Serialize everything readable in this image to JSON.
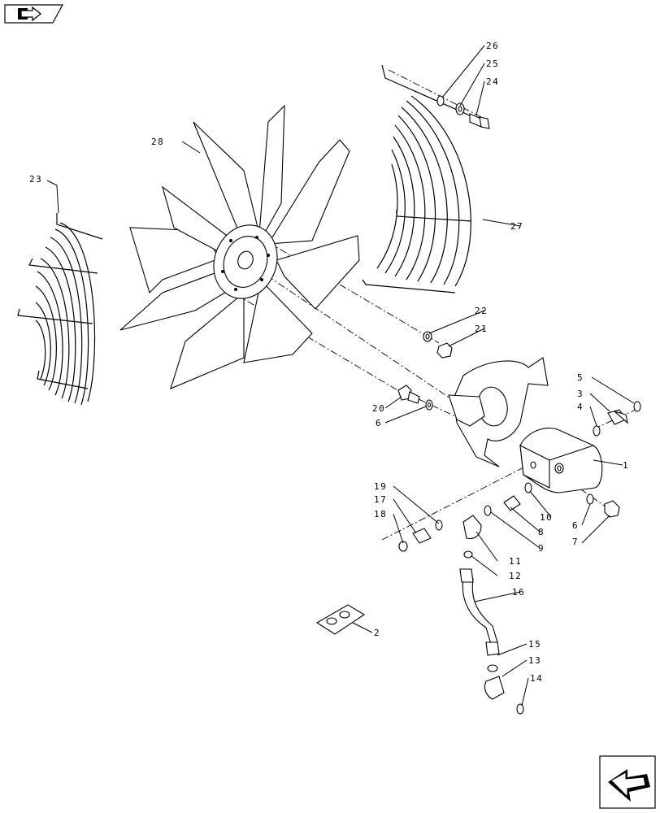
{
  "nav": {
    "top_button_icon": "book-arrow-icon",
    "bottom_button_icon": "return-arrow-icon"
  },
  "callouts": {
    "c1": "1",
    "c2": "2",
    "c3": "3",
    "c4": "4",
    "c5": "5",
    "c6a": "6",
    "c6b": "6",
    "c7": "7",
    "c8": "8",
    "c9": "9",
    "c10": "10",
    "c11": "11",
    "c12": "12",
    "c13": "13",
    "c14": "14",
    "c15": "15",
    "c16": "16",
    "c17": "17",
    "c18": "18",
    "c19": "19",
    "c20": "20",
    "c21": "21",
    "c22": "22",
    "c23": "23",
    "c24": "24",
    "c25": "25",
    "c26": "26",
    "c27": "27",
    "c28": "28"
  }
}
